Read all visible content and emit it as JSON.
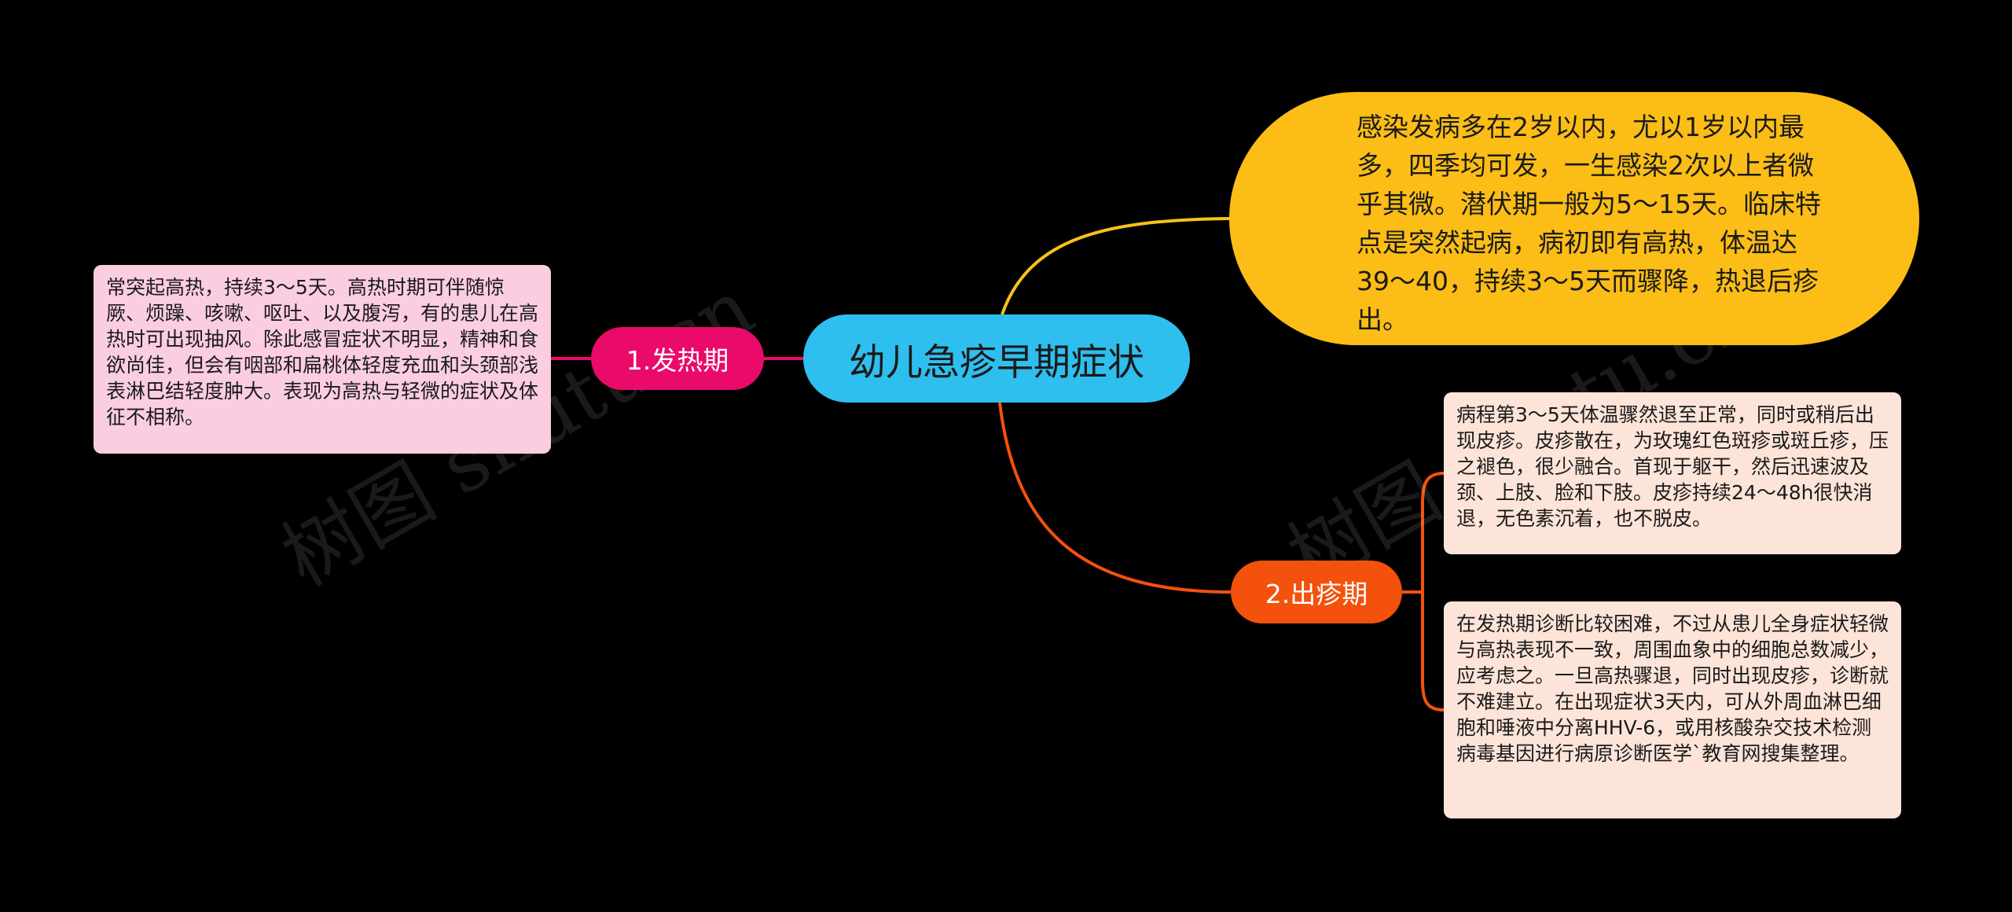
{
  "center": {
    "label": "幼儿急疹早期症状"
  },
  "overview": {
    "text": "感染发病多在2岁以内，尤以1岁以内最多，四季均可发，一生感染2次以上者微乎其微。潜伏期一般为5～15天。临床特点是突然起病，病初即有高热，体温达39～40，持续3～5天而骤降，热退后疹出。"
  },
  "branches": [
    {
      "label": "1.发热期",
      "notes": [
        "常突起高热，持续3～5天。高热时期可伴随惊厥、烦躁、咳嗽、呕吐、以及腹泻，有的患儿在高热时可出现抽风。除此感冒症状不明显，精神和食欲尚佳，但会有咽部和扁桃体轻度充血和头颈部浅表淋巴结轻度肿大。表现为高热与轻微的症状及体征不相称。"
      ]
    },
    {
      "label": "2.出疹期",
      "notes": [
        "病程第3～5天体温骤然退至正常，同时或稍后出现皮疹。皮疹散在，为玫瑰红色斑疹或斑丘疹，压之褪色，很少融合。首现于躯干，然后迅速波及颈、上肢、脸和下肢。皮疹持续24～48h很快消退，无色素沉着，也不脱皮。",
        "在发热期诊断比较困难，不过从患儿全身症状轻微与高热表现不一致，周围血象中的细胞总数减少，应考虑之。一旦高热骤退，同时出现皮疹，诊断就不难建立。在出现症状3天内，可从外周血淋巴细胞和唾液中分离HHV-6，或用核酸杂交技术检测病毒基因进行病原诊断医学`教育网搜集整理。"
      ]
    }
  ],
  "watermark": {
    "text": "树图 shutu.cn"
  },
  "colors": {
    "background": "#000000",
    "center": "#2ebfef",
    "overview": "#fbbd16",
    "branch_fever": "#ea0a6a",
    "branch_rash": "#f4510d",
    "note_fever": "#fbcde1",
    "note_rash": "#fde4d8"
  }
}
